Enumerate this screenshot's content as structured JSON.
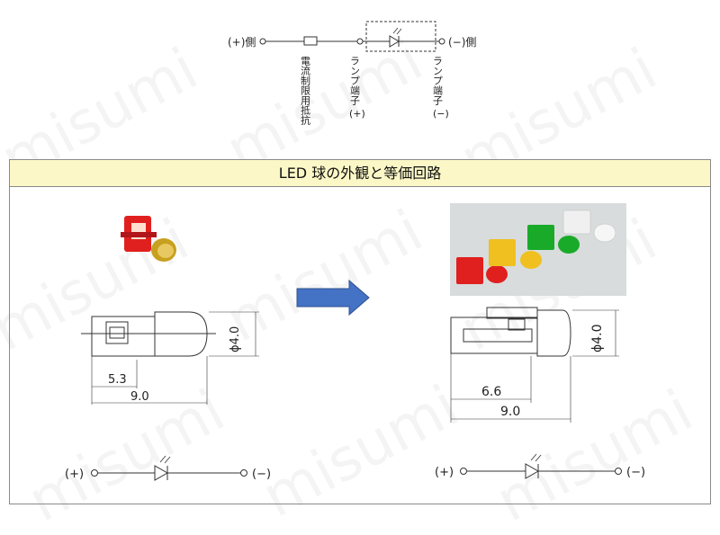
{
  "top_circuit": {
    "plus_side": "(+)側",
    "minus_side": "(−)側",
    "resistor_label": "電流制限用抵抗",
    "lamp_plus_label": "ランプ端子",
    "lamp_plus_sign": "(+)",
    "lamp_minus_label": "ランプ端子",
    "lamp_minus_sign": "(−)"
  },
  "panel": {
    "title": "LED 球の外観と等価回路"
  },
  "left_drawing": {
    "dim_inner": "5.3",
    "dim_total": "9.0",
    "dim_diameter": "ϕ4.0"
  },
  "right_drawing": {
    "dim_inner": "6.6",
    "dim_total": "9.0",
    "dim_diameter": "ϕ4.0"
  },
  "left_equiv": {
    "plus": "(+)",
    "minus": "(−)"
  },
  "right_equiv": {
    "plus": "(+)",
    "minus": "(−)"
  },
  "watermark": "misumi",
  "colors": {
    "header_bg": "#fbf7c6",
    "arrow": "#4472c4",
    "led_red": "#e0201e",
    "led_yellow": "#f0c020",
    "led_green": "#1aaa2a",
    "led_white": "#f0f0f0"
  }
}
